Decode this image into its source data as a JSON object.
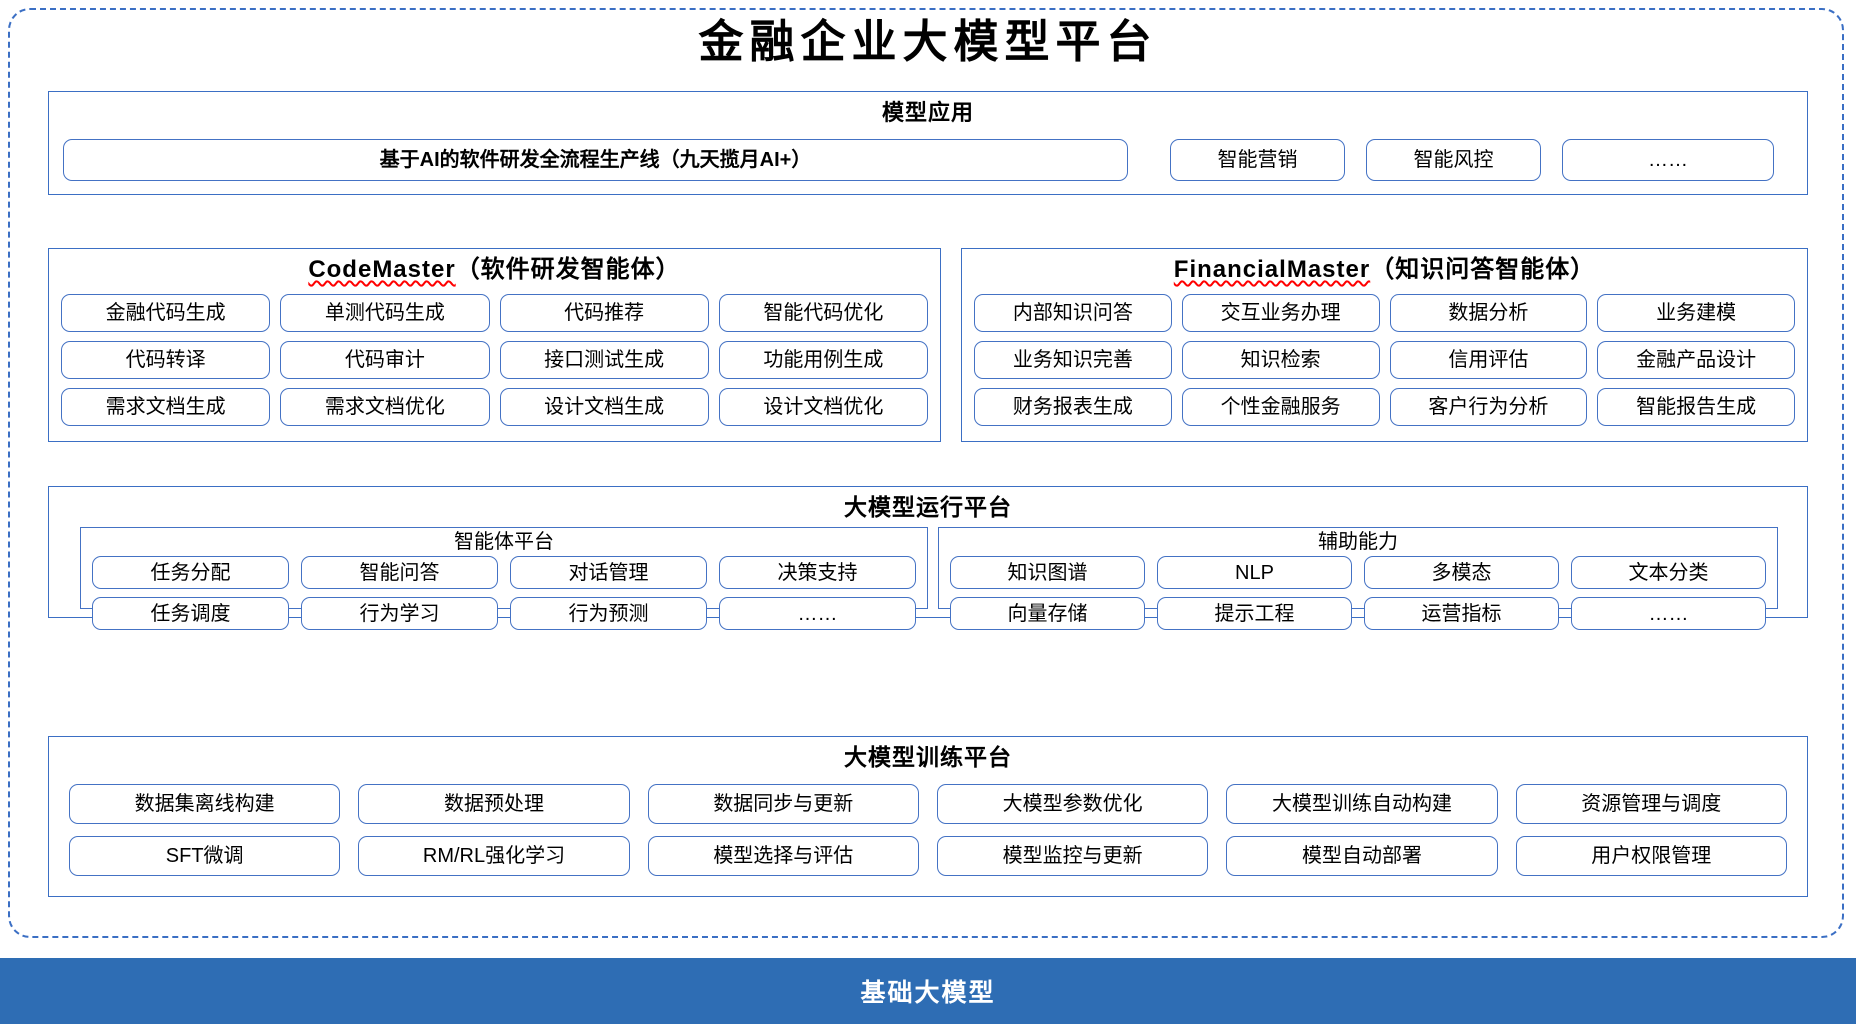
{
  "page_title": "金融企业大模型平台",
  "colors": {
    "frame_border": "#3B6FC4",
    "tile_border": "#4472C4",
    "foundation_bg": "#2E6DB4",
    "spellcheck_underline": "#FF0000"
  },
  "model_application": {
    "title": "模型应用",
    "tiles": [
      "基于AI的软件研发全流程生产线（九天揽月AI+）",
      "智能营销",
      "智能风控",
      "……"
    ]
  },
  "agents": {
    "code_master": {
      "title_main": "CodeMaster",
      "title_sub": "（软件研发智能体）",
      "rows": [
        [
          "金融代码生成",
          "单测代码生成",
          "代码推荐",
          "智能代码优化"
        ],
        [
          "代码转译",
          "代码审计",
          "接口测试生成",
          "功能用例生成"
        ],
        [
          "需求文档生成",
          "需求文档优化",
          "设计文档生成",
          "设计文档优化"
        ]
      ]
    },
    "financial_master": {
      "title_main": "FinancialMaster",
      "title_sub": "（知识问答智能体）",
      "rows": [
        [
          "内部知识问答",
          "交互业务办理",
          "数据分析",
          "业务建模"
        ],
        [
          "业务知识完善",
          "知识检索",
          "信用评估",
          "金融产品设计"
        ],
        [
          "财务报表生成",
          "个性金融服务",
          "客户行为分析",
          "智能报告生成"
        ]
      ]
    }
  },
  "runtime_platform": {
    "title": "大模型运行平台",
    "agent_platform": {
      "title": "智能体平台",
      "rows": [
        [
          "任务分配",
          "智能问答",
          "对话管理",
          "决策支持"
        ],
        [
          "任务调度",
          "行为学习",
          "行为预测",
          "……"
        ]
      ]
    },
    "auxiliary": {
      "title": "辅助能力",
      "rows": [
        [
          "知识图谱",
          "NLP",
          "多模态",
          "文本分类"
        ],
        [
          "向量存储",
          "提示工程",
          "运营指标",
          "……"
        ]
      ]
    }
  },
  "training_platform": {
    "title": "大模型训练平台",
    "rows": [
      [
        "数据集离线构建",
        "数据预处理",
        "数据同步与更新",
        "大模型参数优化",
        "大模型训练自动构建",
        "资源管理与调度"
      ],
      [
        "SFT微调",
        "RM/RL强化学习",
        "模型选择与评估",
        "模型监控与更新",
        "模型自动部署",
        "用户权限管理"
      ]
    ]
  },
  "foundation": {
    "label": "基础大模型"
  }
}
